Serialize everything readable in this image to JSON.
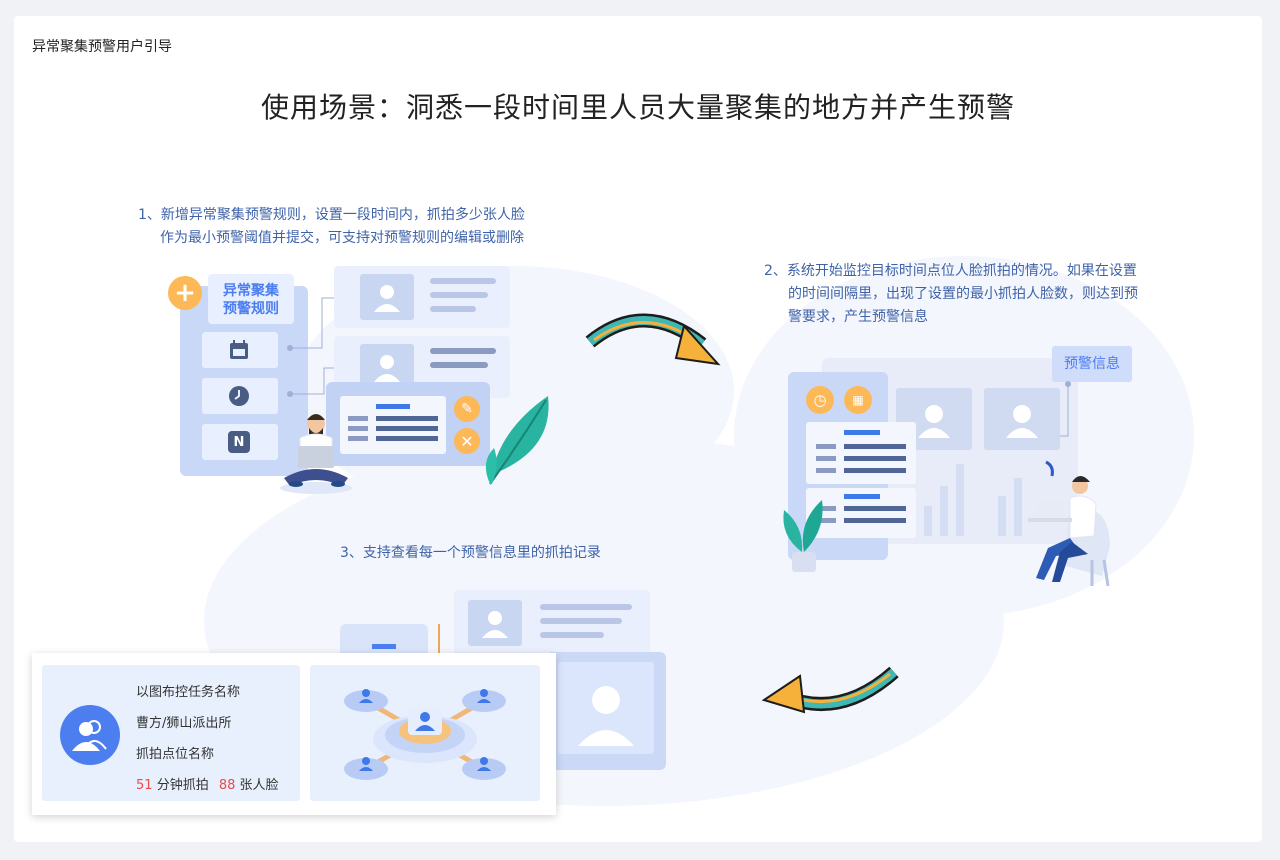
{
  "header": {
    "page_title": "异常聚集预警用户引导"
  },
  "hero": {
    "title": "使用场景：洞悉一段时间里人员大量聚集的地方并产生预警"
  },
  "steps": [
    {
      "line1": "1、新增异常聚集预警规则，设置一段时间内，抓拍多少张人脸",
      "line2": "作为最小预警阈值并提交，可支持对预警规则的编辑或删除"
    },
    {
      "line1": "2、系统开始监控目标时间点位人脸抓拍的情况。如果在设置",
      "line2": "的时间间隔里，出现了设置的最小抓拍人脸数，则达到预",
      "line3": "警要求，产生预警信息"
    },
    {
      "line1": "3、支持查看每一个预警信息里的抓拍记录"
    }
  ],
  "rule_card": {
    "label_line1": "异常聚集",
    "label_line2": "预警规则"
  },
  "alert_tag": {
    "label": "预警信息"
  },
  "bottom_card": {
    "task_name": "以图布控任务名称",
    "station": "曹方/狮山派出所",
    "point_name": "抓拍点位名称",
    "minutes": "51",
    "minutes_label": "分钟抓拍",
    "faces": "88",
    "faces_label": "张人脸"
  },
  "colors": {
    "accent": "#3f63a8",
    "orange": "#fdb858",
    "blue": "#4c7ef0",
    "red": "#ea4a4a",
    "teal": "#1fa796"
  },
  "icons": [
    "plus-icon",
    "calendar-icon",
    "clock-icon",
    "n-icon",
    "edit-icon",
    "close-icon",
    "user-icon",
    "users-icon",
    "arrow-icon",
    "leaf-icon"
  ]
}
